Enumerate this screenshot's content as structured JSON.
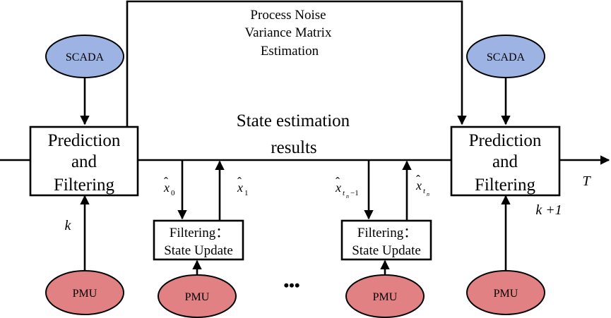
{
  "process_noise": {
    "line1": "Process Noise",
    "line2": "Variance Matrix",
    "line3": "Estimation"
  },
  "state_estimation": {
    "line1": "State estimation",
    "line2": "results"
  },
  "prediction_box": {
    "line1": "Prediction",
    "line2": "and",
    "line3": "Filtering"
  },
  "update_box": {
    "line1": "Filtering：",
    "line2": "State Update"
  },
  "scada_label": "SCADA",
  "pmu_label": "PMU",
  "ellipsis": "•••",
  "time_axis_label": "T",
  "step_k": "k",
  "step_k_plus_1": "k +1",
  "estimates": {
    "x0_base": "x",
    "x0_hat": "ˆ",
    "x0_sub": "0",
    "x1_base": "x",
    "x1_hat": "ˆ",
    "x1_sub": "1",
    "xtn1_base": "x",
    "xtn1_hat": "ˆ",
    "xtn1_sub": "t",
    "xtn1_subsub": "n",
    "xtn1_minus": "−1",
    "xtn_base": "x",
    "xtn_hat": "ˆ",
    "xtn_sub": "t",
    "xtn_subsub": "n"
  },
  "colors": {
    "scada_fill": "#9DB3E4",
    "pmu_fill": "#E28184",
    "line": "#000000"
  }
}
